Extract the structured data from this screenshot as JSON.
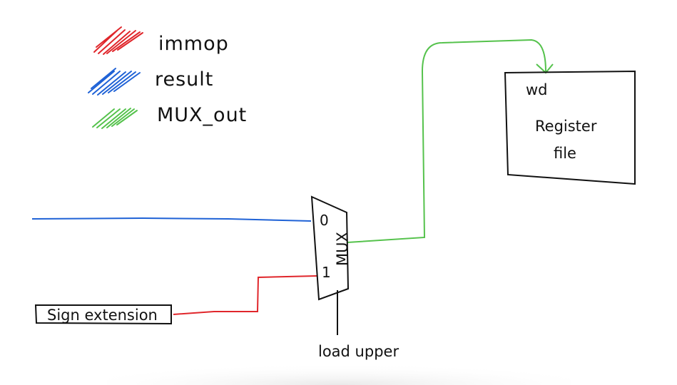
{
  "legend": {
    "items": [
      {
        "label": "immop",
        "color": "#e0262b"
      },
      {
        "label": "result",
        "color": "#1f62d6"
      },
      {
        "label": "MUX_out",
        "color": "#55c24c"
      }
    ]
  },
  "mux": {
    "label": "MUX",
    "input0": "0",
    "input1": "1",
    "select_label": "load upper"
  },
  "register_file": {
    "port_label": "wd",
    "title_line1": "Register",
    "title_line2": "file"
  },
  "sign_extension": {
    "label": "Sign extension"
  },
  "colors": {
    "wire_black": "#111111"
  }
}
